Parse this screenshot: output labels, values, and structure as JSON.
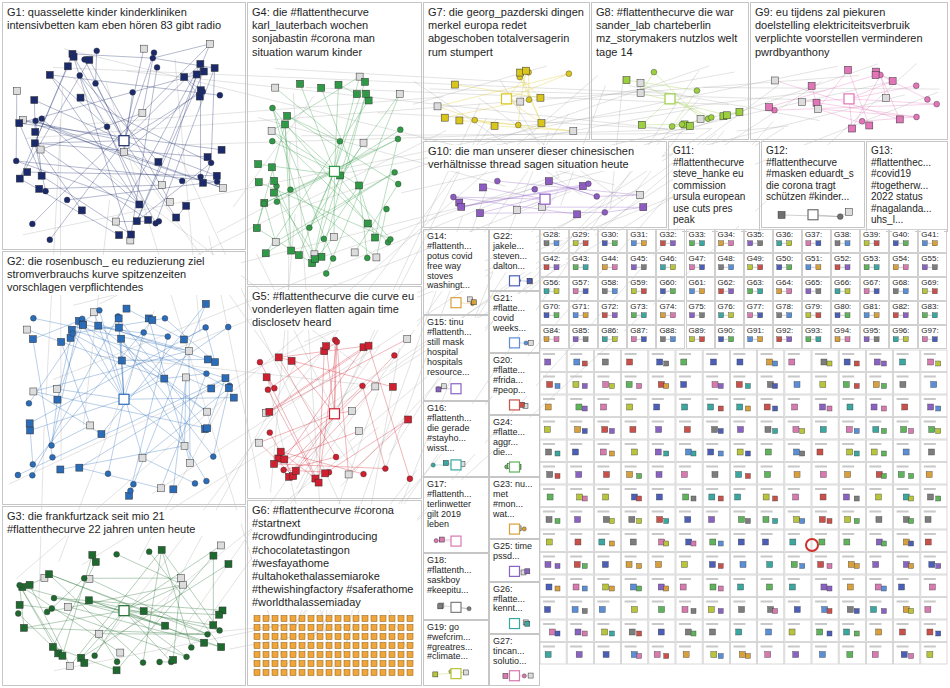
{
  "diagram": {
    "nodes": [
      {
        "text": [
          "G1: quasselette kinder kinderkliniken intensivbetten kam eben hören 83 gibt radio"
        ]
      },
      {
        "text": [
          "G4: die #flattenthecurve karl_lauterbach wochen sonjabastin #corona man situation warum kinder"
        ]
      },
      {
        "text": [
          "G7: die georg_pazderski dingen merkel europa redet abgeschoben totalversagerin rum stumpert"
        ]
      },
      {
        "text": [
          "G8: #flattenthecurve die war sander_lab charteberlin mz_storymakers nutzlos welt tage 14"
        ]
      },
      {
        "text": [
          "G9: eu tijdens zal piekuren doelstelling elektriciteitsverbruik verplichte voorstellen verminderen pwrdbyanthony"
        ]
      },
      {
        "text": [
          "G10: die man unserer dieser chinesischen verhältnisse thread sagen situation heute"
        ]
      },
      {
        "text": [
          "G11: #flattenthecurve steve_hanke eu commission ursula european use cuts pres peak"
        ]
      },
      {
        "text": [
          "G12: #flattenthecurve #masken eduardt_s die corona tragt schützen #kinder..."
        ]
      },
      {
        "text": [
          "G13: #flattenthec... #covid19 #togetherw... 2022 status #nagalanda... uhs_l..."
        ]
      },
      {
        "text": [
          "G2: die rosenbusch_ eu reduzierung ziel stromverbrauchs kurve spitzenzeiten vorschlagen verpflichtendes"
        ]
      },
      {
        "text": [
          "G5: #flattenthecurve die curve eu vonderleyen flatten again time disclosetv heard"
        ]
      },
      {
        "text": [
          "G3: die frankfurtzack seit mio 21 #flattenthecurve 22 jahren unten heute"
        ]
      },
      {
        "text": [
          "G6: #flattenthecurve #corona #startnext #crowdfundingintroducing #chocolatetastingon #wesfayathome #ultahokethalassemiaroke #thewishingfactory #saferathome #worldthalassemiaday"
        ]
      },
      {
        "text": [
          "G14: #flattenth... potus covid free way stoves washingt..."
        ]
      },
      {
        "text": [
          "G15: tinu #flattenth... still mask hospital hospitals resource..."
        ]
      },
      {
        "text": [
          "G16: #flattenth... die gerade #stayho... wisst..."
        ]
      },
      {
        "text": [
          "G17: #flattenth... terlinwetter gilt 2019 leben"
        ]
      },
      {
        "text": [
          "G18: #flattenth... saskboy #keepitu..."
        ]
      },
      {
        "text": [
          "G19: go #wefcrim... #greatres... #climate..."
        ]
      },
      {
        "text": [
          "G22: jakele... steven... dalton..."
        ]
      },
      {
        "text": [
          "G21: #flatte... covid weeks..."
        ]
      },
      {
        "text": [
          "G20: #flatte... #frida... #peop..."
        ]
      },
      {
        "text": [
          "G24: #flatte... aggr... die..."
        ]
      },
      {
        "text": [
          "G23: nu... met #mon... wat..."
        ]
      },
      {
        "text": [
          "G25: time pssd..."
        ]
      },
      {
        "text": [
          "G26: #flatte... kennt..."
        ]
      },
      {
        "text": [
          "G27: tincan... solutio..."
        ]
      },
      {
        "text": [
          "G28:"
        ]
      },
      {
        "text": [
          "G29:"
        ]
      },
      {
        "text": [
          "G30:"
        ]
      },
      {
        "text": [
          "G31:"
        ]
      },
      {
        "text": [
          "G32:"
        ]
      },
      {
        "text": [
          "G33:"
        ]
      },
      {
        "text": [
          "G34:"
        ]
      },
      {
        "text": [
          "G35:"
        ]
      },
      {
        "text": [
          "G36:"
        ]
      },
      {
        "text": [
          "G37:"
        ]
      },
      {
        "text": [
          "G38:"
        ]
      },
      {
        "text": [
          "G39:"
        ]
      },
      {
        "text": [
          "G40:"
        ]
      },
      {
        "text": [
          "G41:"
        ]
      },
      {
        "text": [
          "G42:"
        ]
      },
      {
        "text": [
          "G43:"
        ]
      },
      {
        "text": [
          "G44:"
        ]
      },
      {
        "text": [
          "G45:"
        ]
      },
      {
        "text": [
          "G46:"
        ]
      },
      {
        "text": [
          "G47:"
        ]
      },
      {
        "text": [
          "G48:"
        ]
      },
      {
        "text": [
          "G49:"
        ]
      },
      {
        "text": [
          "G50:"
        ]
      },
      {
        "text": [
          "G51:"
        ]
      },
      {
        "text": [
          "G52:"
        ]
      },
      {
        "text": [
          "G53:"
        ]
      },
      {
        "text": [
          "G54:"
        ]
      },
      {
        "text": [
          "G55:"
        ]
      },
      {
        "text": [
          "G56:"
        ]
      },
      {
        "text": [
          "G57:"
        ]
      },
      {
        "text": [
          "G58:"
        ]
      },
      {
        "text": [
          "G59:"
        ]
      },
      {
        "text": [
          "G60:"
        ]
      },
      {
        "text": [
          "G61:"
        ]
      },
      {
        "text": [
          "G62:"
        ]
      },
      {
        "text": [
          "G63:"
        ]
      },
      {
        "text": [
          "G64:"
        ]
      },
      {
        "text": [
          "G65:"
        ]
      },
      {
        "text": [
          "G66:"
        ]
      },
      {
        "text": [
          "G67:"
        ]
      },
      {
        "text": [
          "G68:"
        ]
      },
      {
        "text": [
          "G69:"
        ]
      },
      {
        "text": [
          "G70:"
        ]
      },
      {
        "text": [
          "G71:"
        ]
      },
      {
        "text": [
          "G72:"
        ]
      },
      {
        "text": [
          "G73:"
        ]
      },
      {
        "text": [
          "G74:"
        ]
      },
      {
        "text": [
          "G75:"
        ]
      },
      {
        "text": [
          "G76:"
        ]
      },
      {
        "text": [
          "G77:"
        ]
      },
      {
        "text": [
          "G78:"
        ]
      },
      {
        "text": [
          "G79:"
        ]
      },
      {
        "text": [
          "G80:"
        ]
      },
      {
        "text": [
          "G81:"
        ]
      },
      {
        "text": [
          "G82:"
        ]
      },
      {
        "text": [
          "G83:"
        ]
      },
      {
        "text": [
          "G84:"
        ]
      },
      {
        "text": [
          "G85:"
        ]
      },
      {
        "text": [
          "G86:"
        ]
      },
      {
        "text": [
          "G87:"
        ]
      },
      {
        "text": [
          "G88:"
        ]
      },
      {
        "text": [
          "G89:"
        ]
      },
      {
        "text": [
          "G90:"
        ]
      },
      {
        "text": [
          "G91:"
        ]
      },
      {
        "text": [
          "G92:"
        ]
      },
      {
        "text": [
          "G93:"
        ]
      },
      {
        "text": [
          "G94:"
        ]
      },
      {
        "text": [
          "G95:"
        ]
      },
      {
        "text": [
          "G96:"
        ]
      },
      {
        "text": [
          "G97:"
        ]
      }
    ]
  }
}
